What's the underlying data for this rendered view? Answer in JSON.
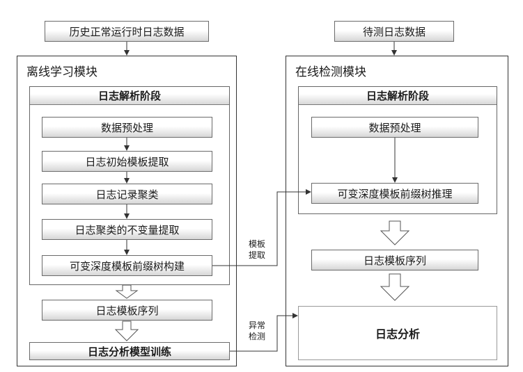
{
  "inputs": {
    "history_logs": "历史正常运行时日志数据",
    "test_logs": "待测日志数据"
  },
  "offline": {
    "title": "离线学习模块",
    "stage_title": "日志解析阶段",
    "steps": [
      "数据预处理",
      "日志初始模板提取",
      "日志记录聚类",
      "日志聚类的不变量提取",
      "可变深度模板前缀树构建"
    ],
    "sequence": "日志模板序列",
    "training": "日志分析模型训练"
  },
  "online": {
    "title": "在线检测模块",
    "stage_title": "日志解析阶段",
    "steps": [
      "数据预处理",
      "可变深度模板前缀树推理"
    ],
    "sequence": "日志模板序列",
    "analysis": "日志分析"
  },
  "connectors": {
    "template_extract": [
      "模板",
      "提取"
    ],
    "anomaly_detect": [
      "异常",
      "检测"
    ]
  }
}
